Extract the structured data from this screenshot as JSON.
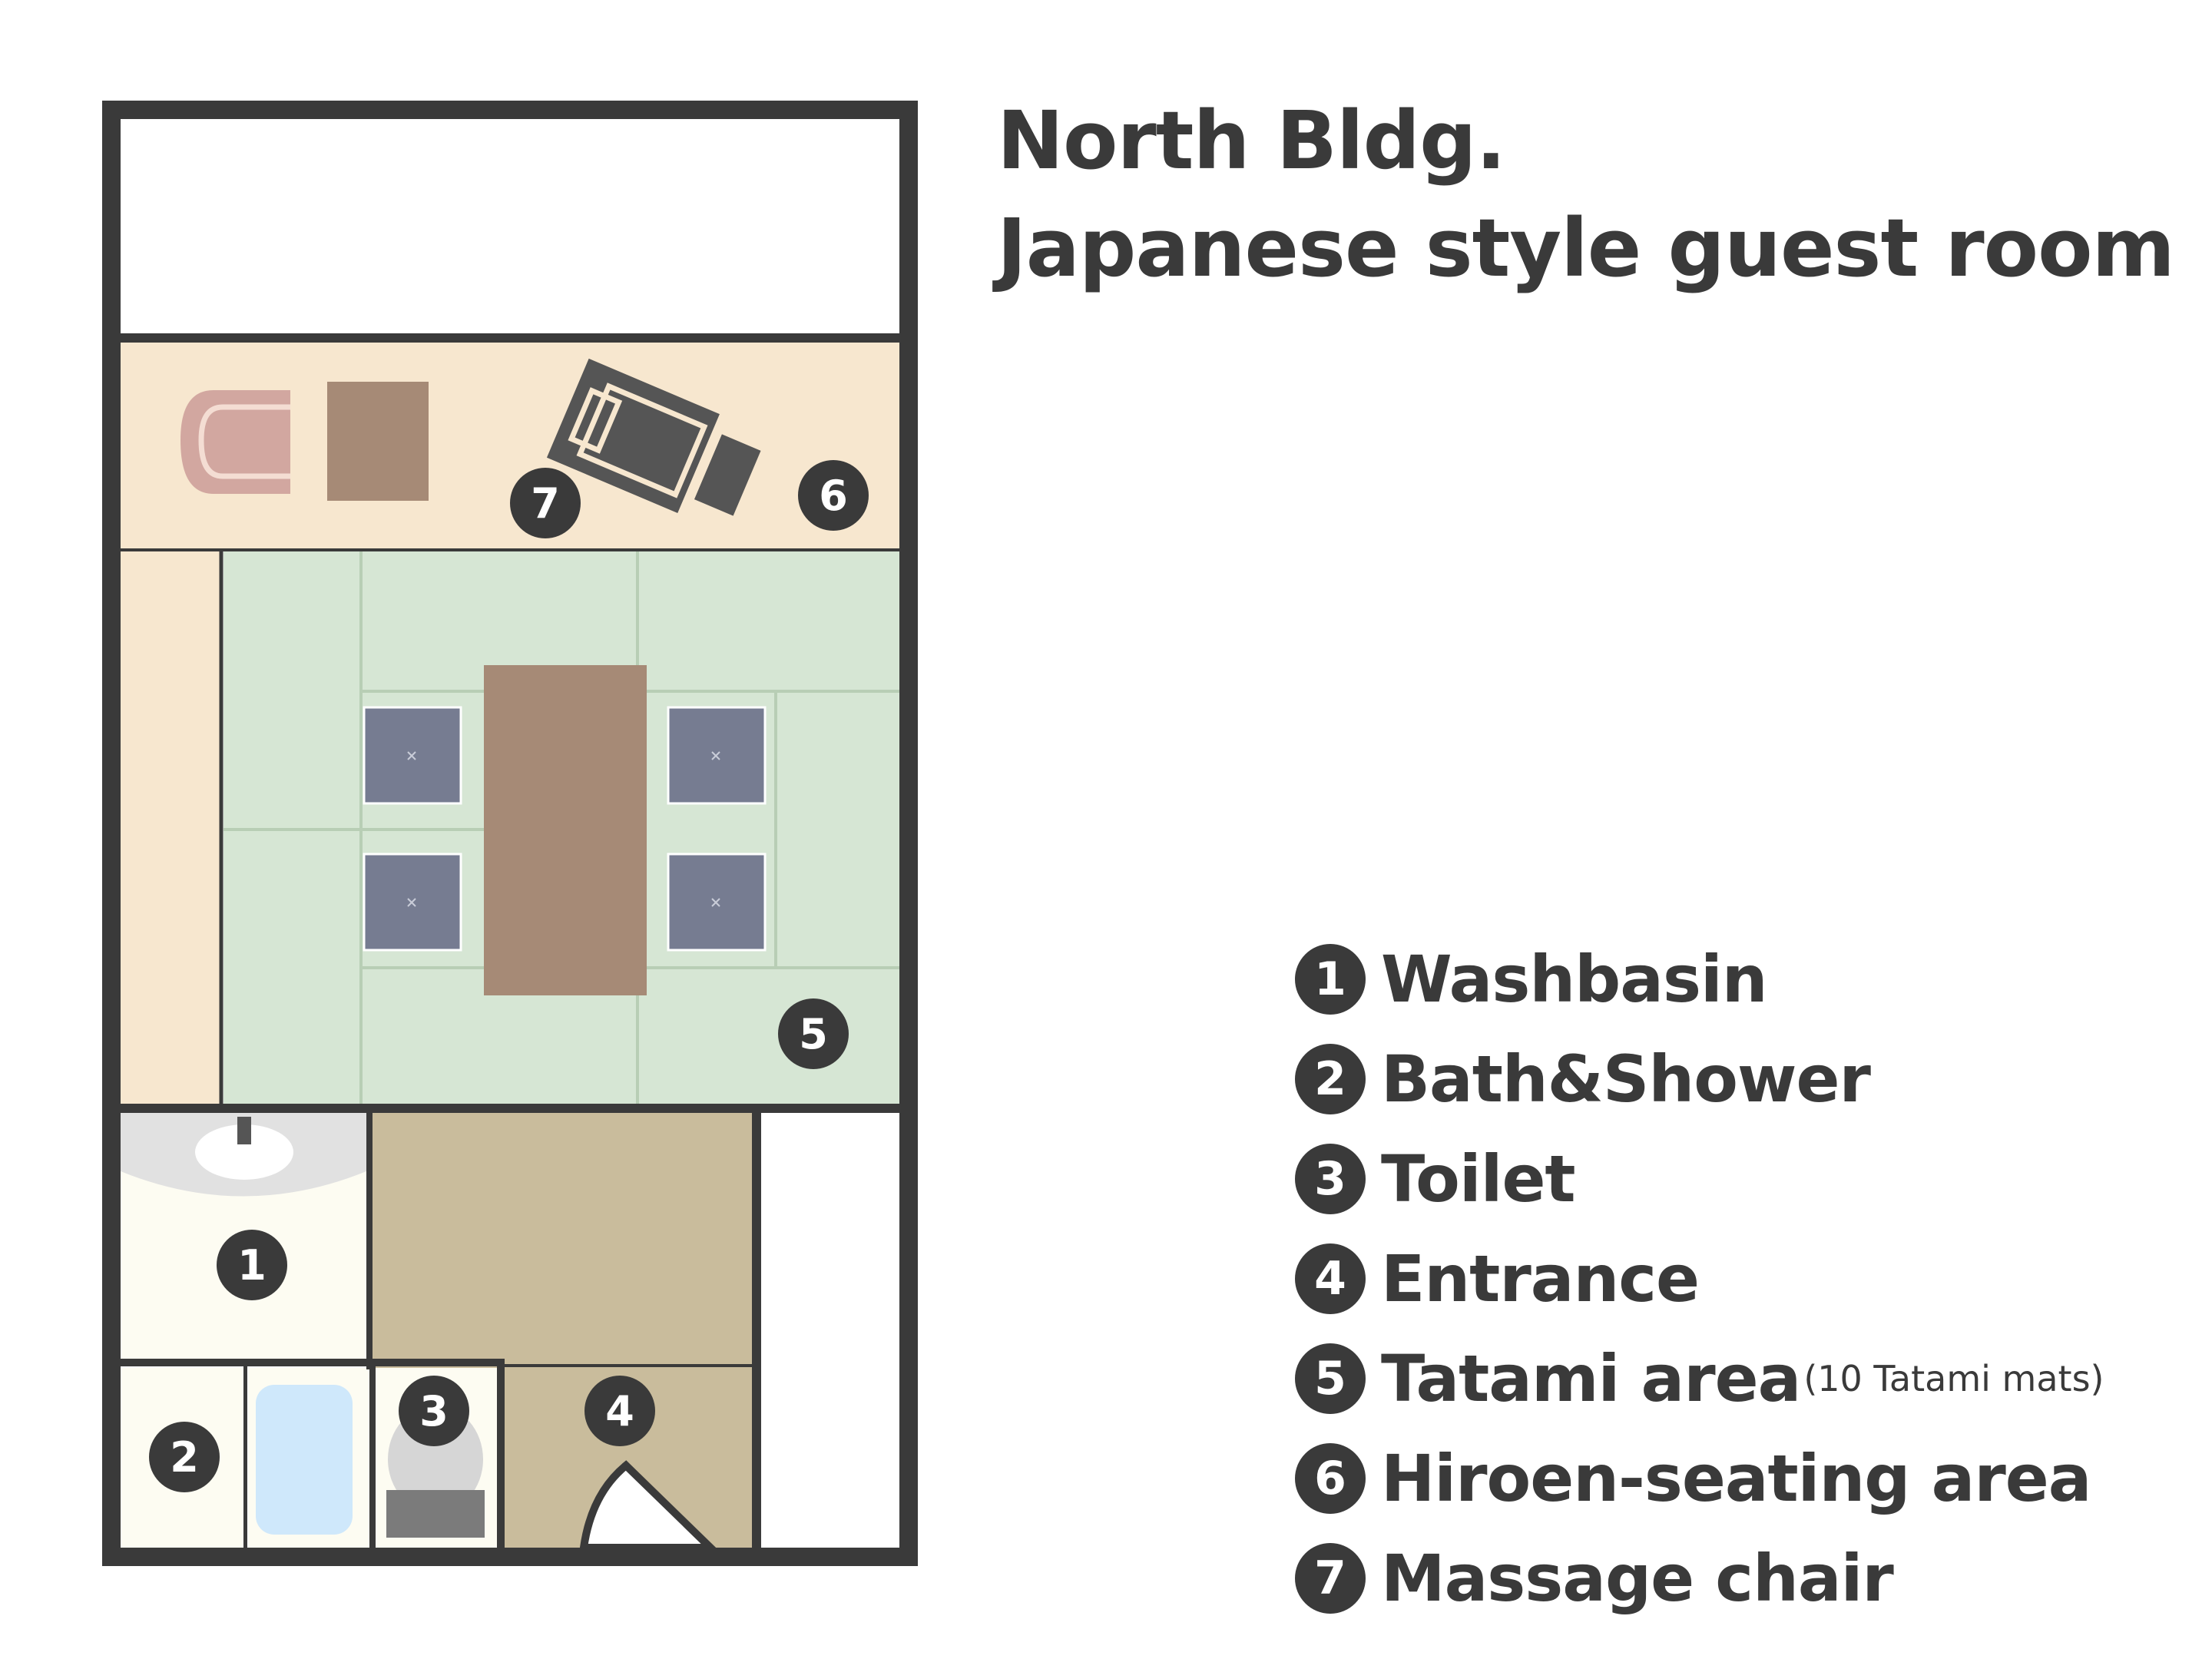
{
  "title": {
    "line1": "North Bldg.",
    "line2": "Japanese style guest room"
  },
  "markers": [
    "1",
    "2",
    "3",
    "4",
    "5",
    "6",
    "7"
  ],
  "legend": [
    {
      "num": "1",
      "label": "Washbasin",
      "note": ""
    },
    {
      "num": "2",
      "label": "Bath&Shower",
      "note": ""
    },
    {
      "num": "3",
      "label": "Toilet",
      "note": ""
    },
    {
      "num": "4",
      "label": "Entrance",
      "note": ""
    },
    {
      "num": "5",
      "label": "Tatami area",
      "note": "(10 Tatami mats)"
    },
    {
      "num": "6",
      "label": "Hiroen-seating area",
      "note": ""
    },
    {
      "num": "7",
      "label": "Massage chair",
      "note": ""
    }
  ],
  "colors": {
    "wall": "#3a3a3a",
    "tatami": "#d6e6d4",
    "hiroen": "#f7e7cf",
    "table": "#a68a76",
    "cushion": "#767c91",
    "entrance": "#c9bc9c",
    "bath": "#cfe8fb",
    "chair": "#d2a7a0",
    "massage": "#555555"
  }
}
